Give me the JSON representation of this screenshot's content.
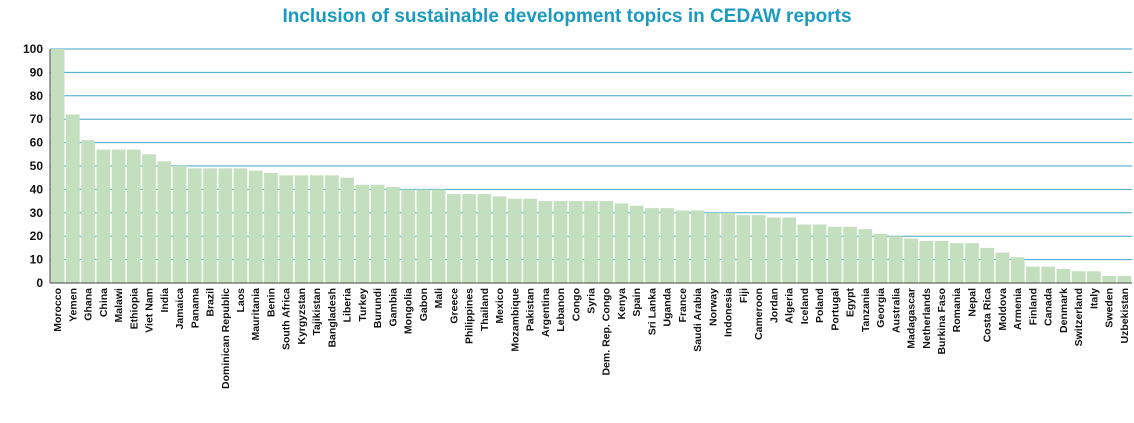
{
  "chart_data": {
    "type": "bar",
    "title": "Inclusion of sustainable development topics in CEDAW reports",
    "xlabel": "",
    "ylabel": "",
    "ylim": [
      0,
      100
    ],
    "yticks": [
      0,
      10,
      20,
      30,
      40,
      50,
      60,
      70,
      80,
      90,
      100
    ],
    "grid": true,
    "legend": "none",
    "colors": {
      "bar": "#c3dfbd",
      "grid": "#3aa6c6",
      "title": "#1b9ac0",
      "axis": "#444444"
    },
    "categories": [
      "Morocco",
      "Yemen",
      "Ghana",
      "China",
      "Malawi",
      "Ethiopia",
      "Viet Nam",
      "India",
      "Jamaica",
      "Panama",
      "Brazil",
      "Dominican Republic",
      "Laos",
      "Mauritania",
      "Benin",
      "South Africa",
      "Kyrgyzstan",
      "Tajikistan",
      "Bangladesh",
      "Liberia",
      "Turkey",
      "Burundi",
      "Gambia",
      "Mongolia",
      "Gabon",
      "Mali",
      "Greece",
      "Philippines",
      "Thailand",
      "Mexico",
      "Mozambique",
      "Pakistan",
      "Argentina",
      "Lebanon",
      "Congo",
      "Syria",
      "Dem. Rep. Congo",
      "Kenya",
      "Spain",
      "Sri Lanka",
      "Uganda",
      "France",
      "Saudi Arabia",
      "Norway",
      "Indonesia",
      "Fiji",
      "Cameroon",
      "Jordan",
      "Algeria",
      "Iceland",
      "Poland",
      "Portugal",
      "Egypt",
      "Tanzania",
      "Georgia",
      "Australia",
      "Madagascar",
      "Netherlands",
      "Burkina Faso",
      "Romania",
      "Nepal",
      "Costa Rica",
      "Moldova",
      "Armenia",
      "Finland",
      "Canada",
      "Denmark",
      "Switzerland",
      "Italy",
      "Sweden",
      "Uzbekistan"
    ],
    "values": [
      100,
      72,
      61,
      57,
      57,
      57,
      55,
      52,
      50,
      49,
      49,
      49,
      49,
      48,
      47,
      46,
      46,
      46,
      46,
      45,
      42,
      42,
      41,
      40,
      40,
      40,
      38,
      38,
      38,
      37,
      36,
      36,
      35,
      35,
      35,
      35,
      35,
      34,
      33,
      32,
      32,
      31,
      31,
      30,
      30,
      29,
      29,
      28,
      28,
      25,
      25,
      24,
      24,
      23,
      21,
      20,
      19,
      18,
      18,
      17,
      17,
      15,
      13,
      11,
      7,
      7,
      6,
      5,
      5,
      3,
      3
    ]
  }
}
